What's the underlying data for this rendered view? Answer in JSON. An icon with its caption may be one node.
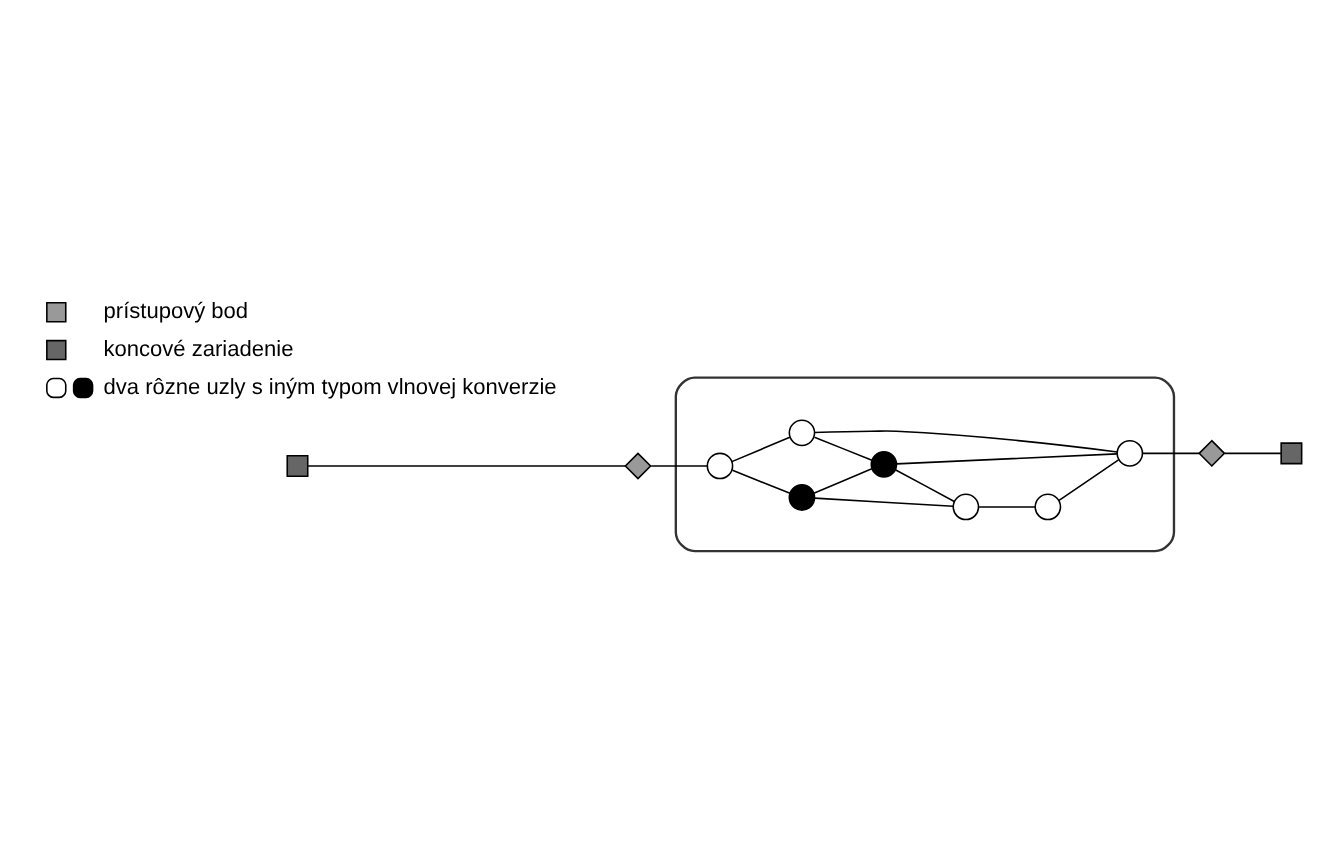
{
  "diagram": {
    "nodes": [
      {
        "text": [],
        "shape": "cloud"
      },
      {
        "text": [],
        "shape": "box"
      },
      {
        "text": [],
        "shape": "diamond"
      },
      {
        "text": [],
        "shape": "circle",
        "in": 0
      },
      {
        "text": [],
        "shape": "circle",
        "in": 0
      },
      {
        "text": [],
        "shape": "circle",
        "in": 0
      },
      {
        "text": [],
        "shape": "circle",
        "in": 0
      },
      {
        "text": [],
        "shape": "circle",
        "in": 0
      },
      {
        "text": [],
        "shape": "circle",
        "in": 0
      },
      {
        "text": [],
        "shape": "circle",
        "in": 0
      },
      {
        "text": [],
        "shape": "diamond"
      },
      {
        "text": [],
        "shape": "box"
      }
    ],
    "edges": [
      {
        "from": 1,
        "to": 2,
        "arrow": "none"
      },
      {
        "from": 2,
        "to": 3,
        "arrow": "none"
      },
      {
        "from": 3,
        "to": 5,
        "arrow": "none"
      },
      {
        "from": 3,
        "to": 4,
        "arrow": "none"
      },
      {
        "from": 4,
        "to": 7,
        "arrow": "none"
      },
      {
        "from": 4,
        "to": 6,
        "arrow": "none"
      },
      {
        "from": 5,
        "to": 9,
        "arrow": "none"
      },
      {
        "from": 5,
        "to": 7,
        "arrow": "none"
      },
      {
        "from": 7,
        "to": 9,
        "arrow": "none"
      },
      {
        "from": 7,
        "to": 6,
        "arrow": "none"
      },
      {
        "from": 6,
        "to": 8,
        "arrow": "none"
      },
      {
        "from": 8,
        "to": 9,
        "arrow": "none"
      },
      {
        "from": 9,
        "to": 10,
        "arrow": "none"
      },
      {
        "from": 10,
        "to": 11,
        "arrow": "none"
      }
    ],
    "legend": [
      {
        "text": "prístupový bod"
      },
      {
        "text": "koncové zariadenie"
      },
      {
        "text": "dva rôzne uzly s iným typom vlnovej konverzie"
      }
    ]
  }
}
